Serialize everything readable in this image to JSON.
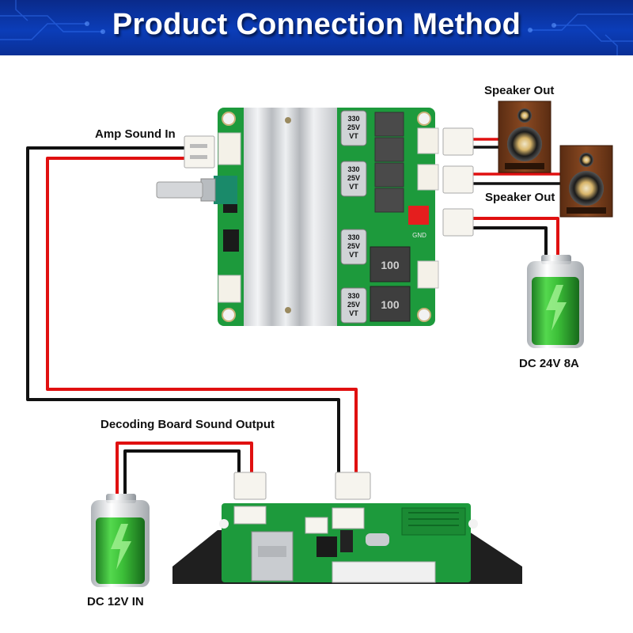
{
  "header": {
    "title": "Product Connection Method"
  },
  "labels": {
    "amp_sound_in": "Amp Sound In",
    "speaker_out_top": "Speaker Out",
    "speaker_out_bottom": "Speaker Out",
    "dc_24v": "DC 24V 8A",
    "decoding_output": "Decoding Board Sound Output",
    "dc_12v": "DC 12V IN"
  },
  "components": {
    "capacitor_text": [
      "330",
      "25V",
      "VT"
    ],
    "inductor_text": "100",
    "gnd_text": "GND"
  },
  "colors": {
    "header_blue": "#0b3db8",
    "wire_red": "#e01010",
    "wire_black": "#111111",
    "pcb_green": "#1d9a3c",
    "battery_green": "#34c63a"
  }
}
